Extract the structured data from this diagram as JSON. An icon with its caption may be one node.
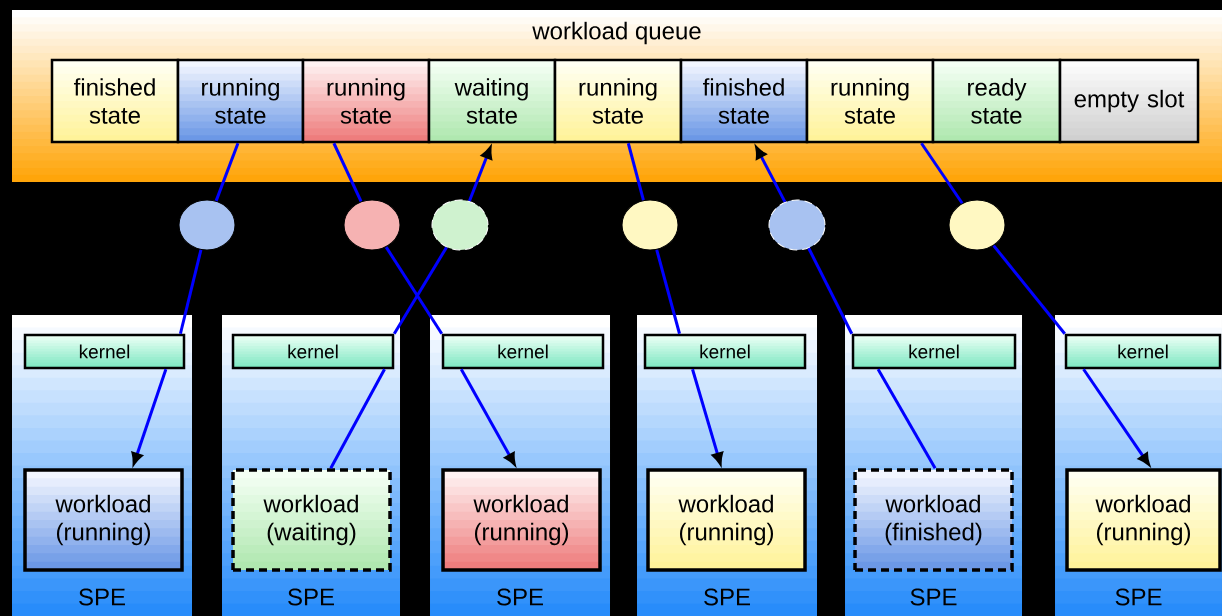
{
  "diagram": {
    "nodes": [
      {
        "text": [
          "workload queue"
        ]
      },
      {
        "text": [
          "finished state"
        ],
        "in": 0
      },
      {
        "text": [
          "running state"
        ],
        "in": 0
      },
      {
        "text": [
          "running state"
        ],
        "in": 0
      },
      {
        "text": [
          "waiting state"
        ],
        "in": 0
      },
      {
        "text": [
          "running state"
        ],
        "in": 0
      },
      {
        "text": [
          "finished state"
        ],
        "in": 0
      },
      {
        "text": [
          "running state"
        ],
        "in": 0
      },
      {
        "text": [
          "ready state"
        ],
        "in": 0
      },
      {
        "text": [
          "empty slot"
        ],
        "in": 0
      },
      {
        "text": [],
        "shape": "circle"
      },
      {
        "text": [],
        "shape": "circle"
      },
      {
        "text": [],
        "shape": "circle"
      },
      {
        "text": [],
        "shape": "circle"
      },
      {
        "text": [],
        "shape": "circle"
      },
      {
        "text": [],
        "shape": "circle"
      },
      {
        "text": [
          "SPE"
        ]
      },
      {
        "text": [
          "kernel"
        ],
        "in": 16
      },
      {
        "text": [
          "workload (running)"
        ],
        "in": 16
      },
      {
        "text": [
          "SPE"
        ]
      },
      {
        "text": [
          "kernel"
        ],
        "in": 19
      },
      {
        "text": [
          "workload (waiting)"
        ],
        "in": 19
      },
      {
        "text": [
          "SPE"
        ]
      },
      {
        "text": [
          "kernel"
        ],
        "in": 22
      },
      {
        "text": [
          "workload (running)"
        ],
        "in": 22
      },
      {
        "text": [
          "SPE"
        ]
      },
      {
        "text": [
          "kernel"
        ],
        "in": 25
      },
      {
        "text": [
          "workload (running)"
        ],
        "in": 25
      },
      {
        "text": [
          "SPE"
        ]
      },
      {
        "text": [
          "kernel"
        ],
        "in": 28
      },
      {
        "text": [
          "workload (finished)"
        ],
        "in": 28
      },
      {
        "text": [
          "SPE"
        ]
      },
      {
        "text": [
          "kernel"
        ],
        "in": 31
      },
      {
        "text": [
          "workload (running)"
        ],
        "in": 31
      }
    ],
    "edges": [
      {
        "from": 2,
        "to": 10,
        "arrow": "none"
      },
      {
        "from": 10,
        "to": 17,
        "arrow": "none"
      },
      {
        "from": 17,
        "to": 18,
        "arrow": "to"
      },
      {
        "from": 21,
        "to": 20,
        "arrow": "none"
      },
      {
        "from": 20,
        "to": 12,
        "arrow": "none"
      },
      {
        "from": 12,
        "to": 4,
        "arrow": "to"
      },
      {
        "from": 3,
        "to": 11,
        "arrow": "none"
      },
      {
        "from": 11,
        "to": 23,
        "arrow": "none"
      },
      {
        "from": 23,
        "to": 24,
        "arrow": "to"
      },
      {
        "from": 5,
        "to": 13,
        "arrow": "none"
      },
      {
        "from": 13,
        "to": 26,
        "arrow": "none"
      },
      {
        "from": 26,
        "to": 27,
        "arrow": "to"
      },
      {
        "from": 30,
        "to": 29,
        "arrow": "none"
      },
      {
        "from": 29,
        "to": 14,
        "arrow": "none"
      },
      {
        "from": 14,
        "to": 6,
        "arrow": "to"
      },
      {
        "from": 7,
        "to": 15,
        "arrow": "none"
      },
      {
        "from": 15,
        "to": 32,
        "arrow": "none"
      },
      {
        "from": 32,
        "to": 33,
        "arrow": "to"
      }
    ]
  }
}
